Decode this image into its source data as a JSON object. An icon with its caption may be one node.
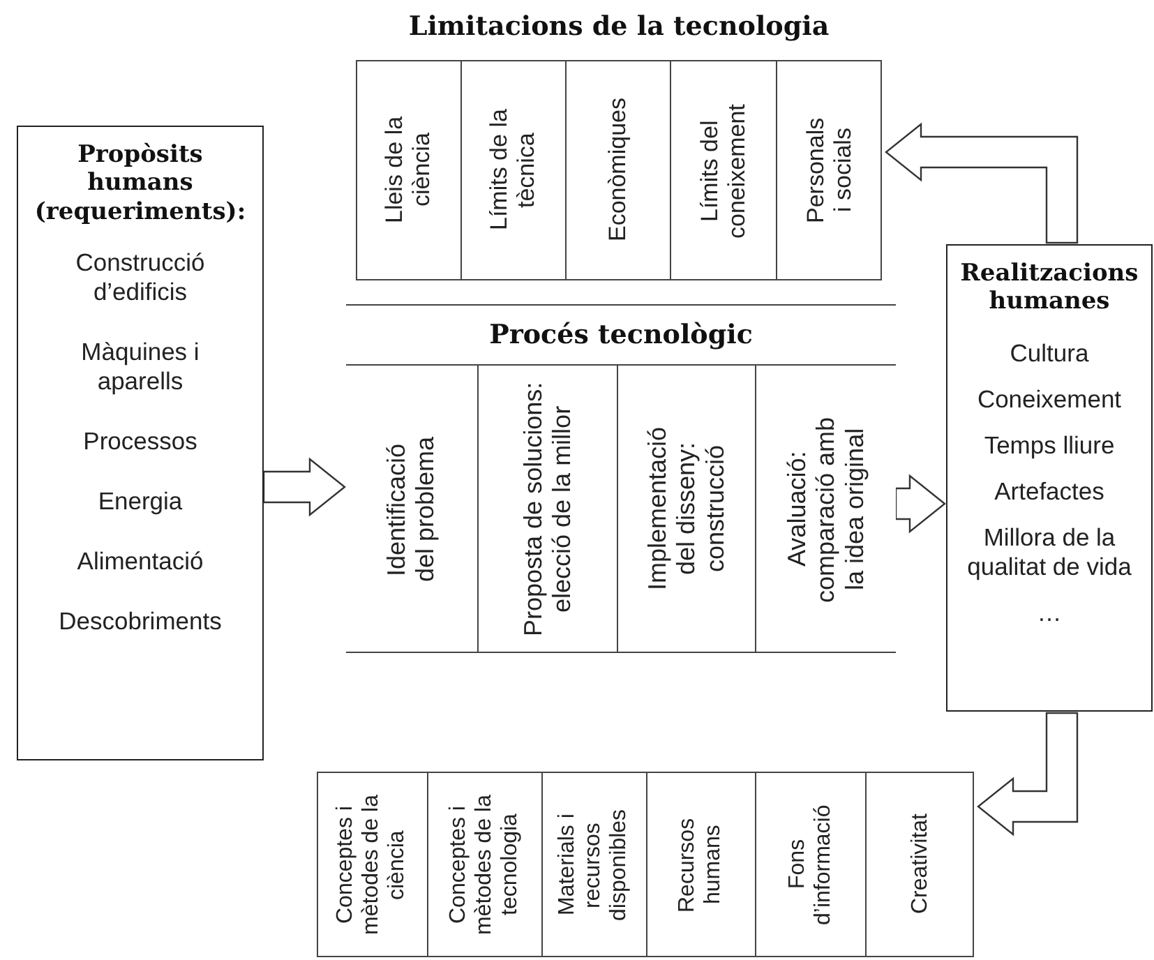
{
  "diagram": {
    "nodes": [
      {
        "text": [
          "Limitacions de la tecnologia"
        ]
      },
      {
        "text": [
          "Lleis de la ciència"
        ],
        "in": 0
      },
      {
        "text": [
          "Límits de la tècnica"
        ],
        "in": 0
      },
      {
        "text": [
          "Econòmiques"
        ],
        "in": 0
      },
      {
        "text": [
          "Límits del coneixement"
        ],
        "in": 0
      },
      {
        "text": [
          "Personals i socials"
        ],
        "in": 0
      },
      {
        "text": [
          "Propòsits humans (requeriments):",
          "Construcció d’edificis",
          "Màquines i aparells",
          "Processos",
          "Energia",
          "Alimentació",
          "Descobriments"
        ]
      },
      {
        "text": [
          "Procés tecnològic"
        ]
      },
      {
        "text": [
          "Identificació del problema"
        ],
        "in": 7
      },
      {
        "text": [
          "Proposta de solucions: elecció de la millor"
        ],
        "in": 7
      },
      {
        "text": [
          "Implementació del disseny: construcció"
        ],
        "in": 7
      },
      {
        "text": [
          "Avaluació: comparació amb la idea original"
        ],
        "in": 7
      },
      {
        "text": [
          "Realitzacions humanes",
          "Cultura",
          "Coneixement",
          "Temps lliure",
          "Artefactes",
          "Millora de la qualitat de vida",
          "…"
        ]
      },
      {
        "text": [],
        "shape": "box"
      },
      {
        "text": [
          "Conceptes i mètodes de la ciència"
        ],
        "in": 13
      },
      {
        "text": [
          "Conceptes i mètodes de la tecnologia"
        ],
        "in": 13
      },
      {
        "text": [
          "Materials i recursos disponibles"
        ],
        "in": 13
      },
      {
        "text": [
          "Recursos humans"
        ],
        "in": 13
      },
      {
        "text": [
          "Fons d’informació"
        ],
        "in": 13
      },
      {
        "text": [
          "Creativitat"
        ],
        "in": 13
      }
    ],
    "edges": [
      {
        "from": 6,
        "to": 7,
        "arrow": "to"
      },
      {
        "from": 7,
        "to": 12,
        "arrow": "to"
      },
      {
        "from": 12,
        "to": 13,
        "arrow": "to"
      },
      {
        "from": 12,
        "to": 0,
        "arrow": "to"
      }
    ]
  }
}
